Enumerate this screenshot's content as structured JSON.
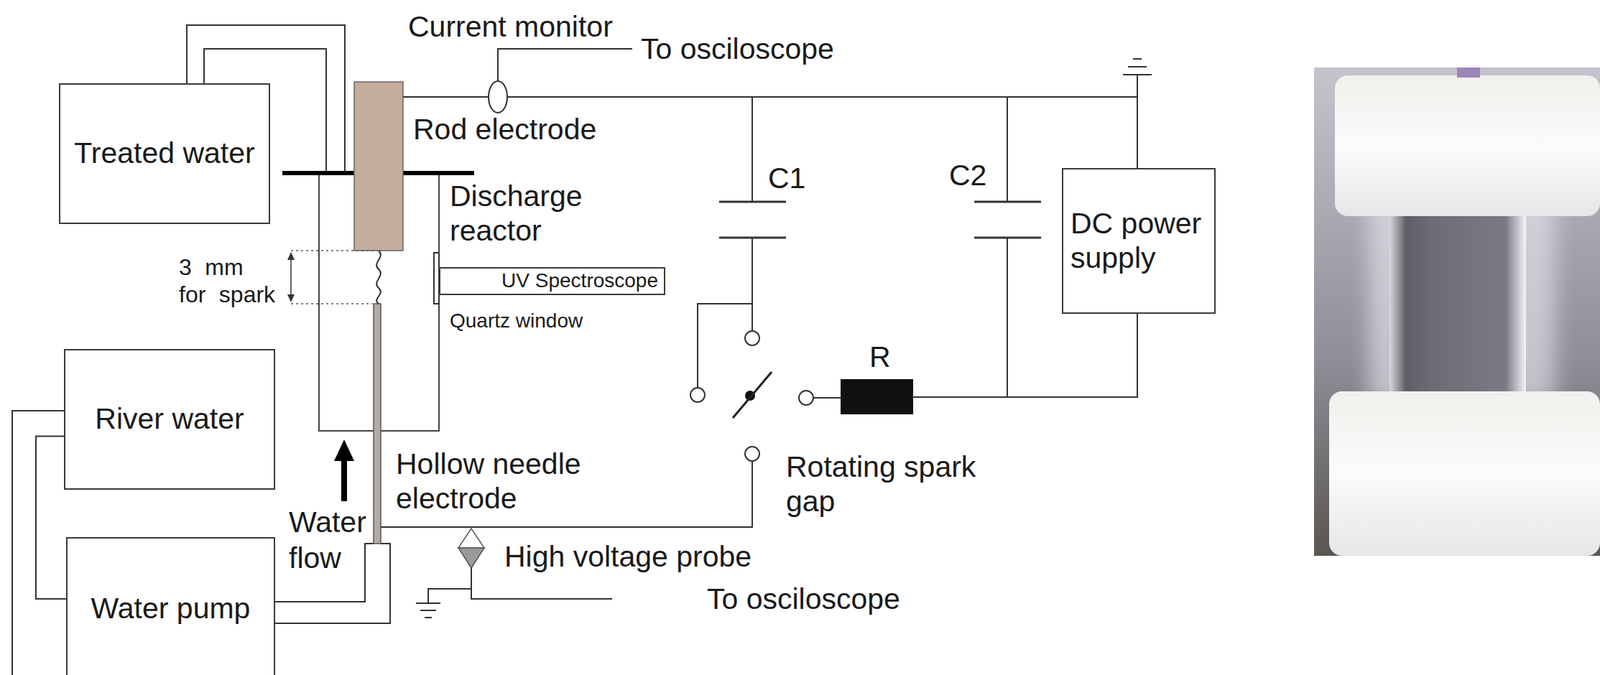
{
  "diagram": {
    "nodes": [
      {
        "text": [
          "Treated water"
        ]
      },
      {
        "text": [
          "River water"
        ]
      },
      {
        "text": [
          "Water pump"
        ]
      },
      {
        "text": [
          "UV Spectroscope"
        ]
      },
      {
        "text": [
          "DC power supply"
        ]
      }
    ],
    "edges": [
      {
        "from": 1,
        "to": 2,
        "arrow": "none"
      }
    ],
    "labels": [
      "Current monitor",
      "To osciloscope",
      "Rod electrode",
      "Discharge reactor",
      "3 mm for spark",
      "Quartz window",
      "C1",
      "C2",
      "R",
      "Hollow needle electrode",
      "Rotating spark gap",
      "Water flow",
      "High voltage probe",
      "To osciloscope"
    ]
  }
}
